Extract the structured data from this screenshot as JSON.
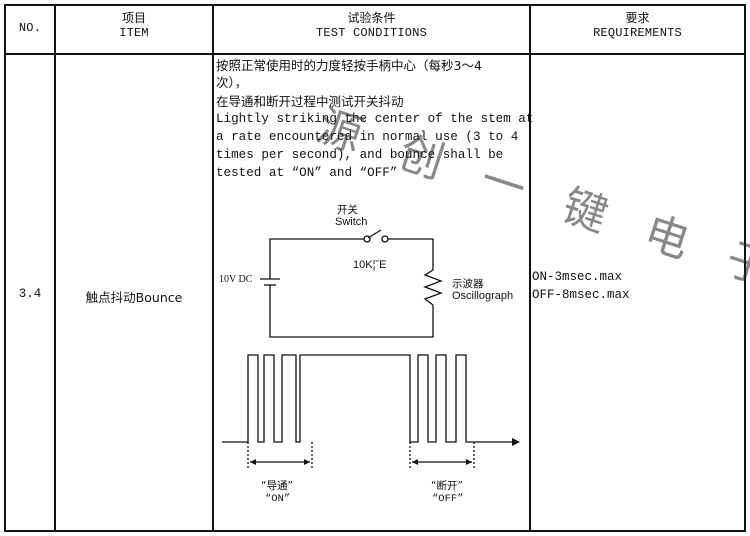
{
  "header": {
    "no": "NO.",
    "item_zh": "项目",
    "item_en": "ITEM",
    "cond_zh": "试验条件",
    "cond_en": "TEST CONDITIONS",
    "req_zh": "要求",
    "req_en": "REQUIREMENTS"
  },
  "row": {
    "no": "3.4",
    "item": "触点抖动Bounce",
    "cond_zh_1": "按照正常使用时的力度轻按手柄中心（每秒3～4",
    "cond_zh_2": "次），",
    "cond_zh_3": "在导通和断开过程中测试开关抖动",
    "cond_en_1": "Lightly striking the center of the stem at",
    "cond_en_2": "a rate encountered in normal use (3 to 4",
    "cond_en_3": "times per second), and bounce shall be",
    "cond_en_4": "tested at “ON” and “OFF”",
    "req_1": "ON-3msec.max",
    "req_2": "OFF-8msec.max"
  },
  "diagram": {
    "switch_zh": "开关",
    "switch_en": "Switch",
    "resistor": "10K¦ˇE",
    "voltage": "10V DC",
    "scope_zh": "示波器",
    "scope_en": "Oscillograph",
    "on_zh": "“导通”",
    "on_en": "“ON”",
    "off_zh": "“断开”",
    "off_en": "“OFF”"
  },
  "watermark": "源 创 一 键 电 子"
}
